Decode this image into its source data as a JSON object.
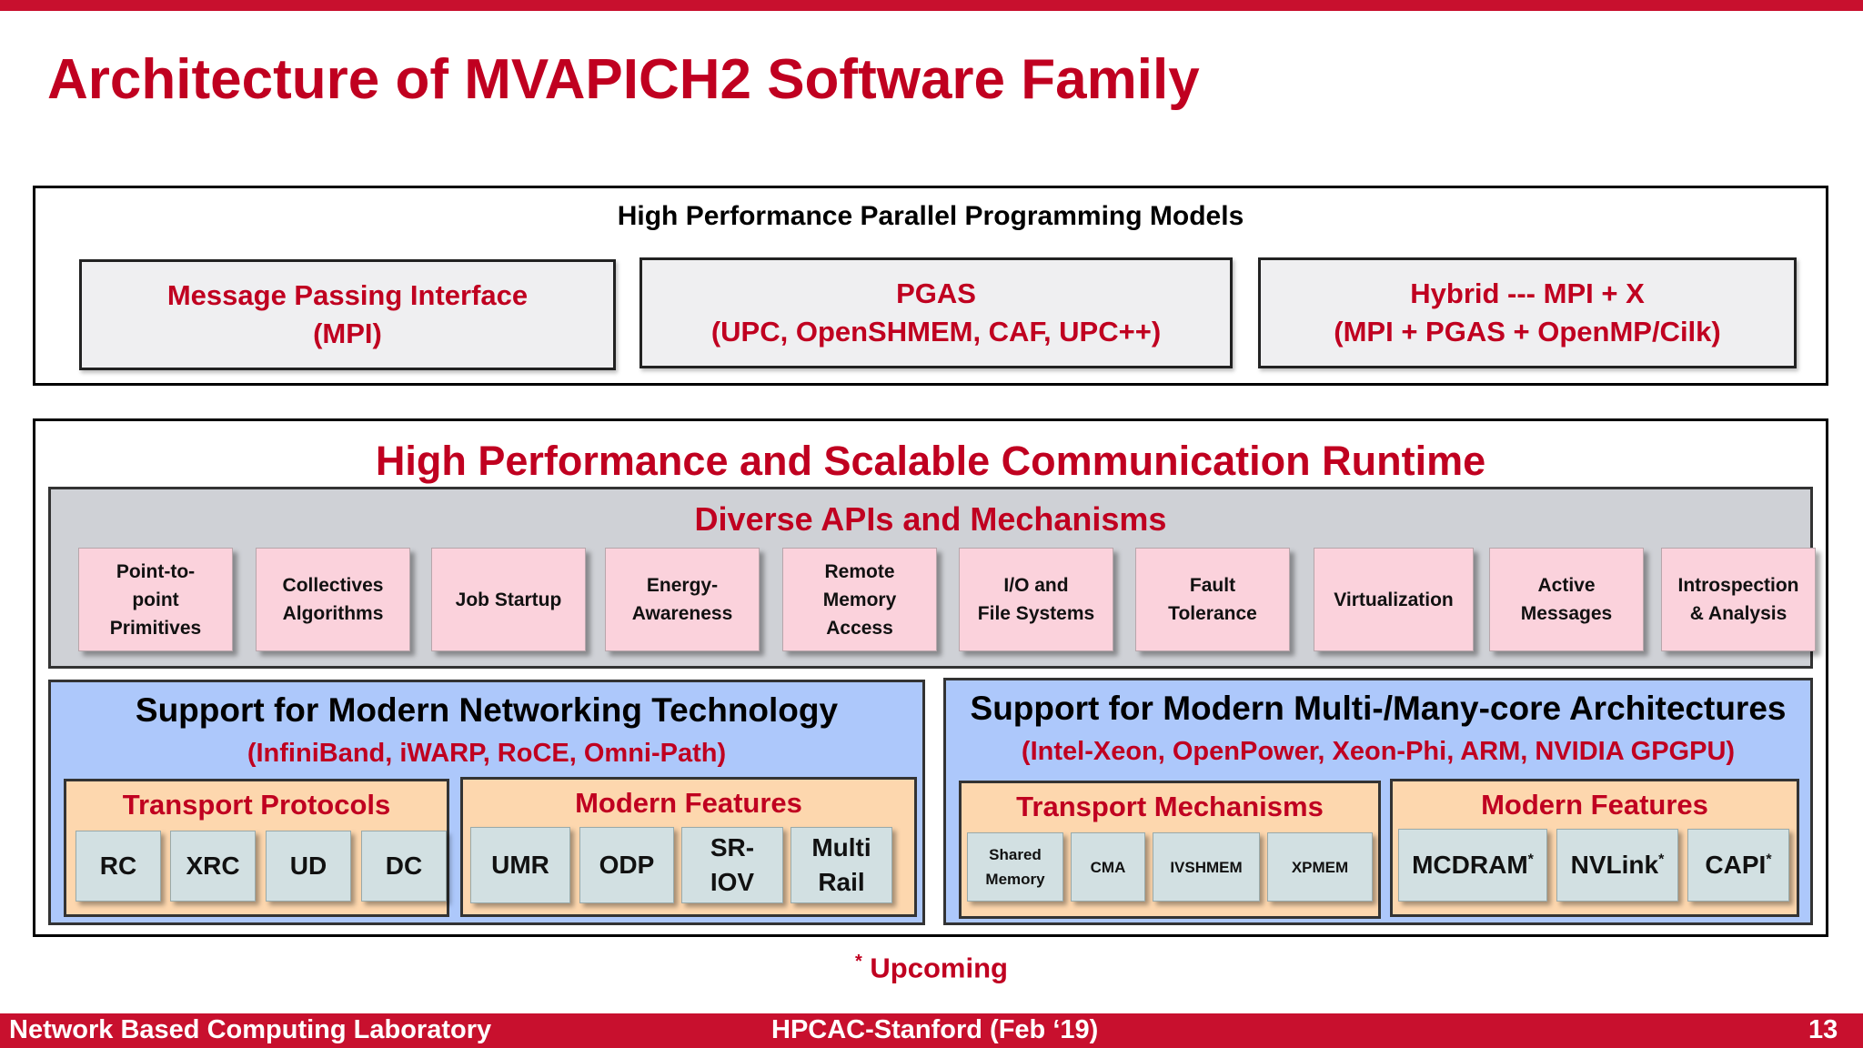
{
  "title": "Architecture of MVAPICH2 Software Family",
  "programming_models": {
    "heading": "High Performance Parallel Programming Models",
    "boxes": [
      {
        "line1": "Message Passing Interface",
        "line2": "(MPI)"
      },
      {
        "line1": "PGAS",
        "line2": "(UPC, OpenSHMEM, CAF, UPC++)"
      },
      {
        "line1": "Hybrid --- MPI + X",
        "line2": "(MPI + PGAS + OpenMP/Cilk)"
      }
    ]
  },
  "runtime": {
    "heading": "High Performance and Scalable Communication Runtime",
    "apis": {
      "heading": "Diverse APIs and Mechanisms",
      "items": [
        {
          "lines": [
            "Point-to-",
            "point",
            "Primitives"
          ]
        },
        {
          "lines": [
            "Collectives",
            "Algorithms"
          ]
        },
        {
          "lines": [
            "Job Startup"
          ]
        },
        {
          "lines": [
            "Energy-",
            "Awareness"
          ]
        },
        {
          "lines": [
            "Remote",
            "Memory",
            "Access"
          ]
        },
        {
          "lines": [
            "I/O and",
            "File Systems"
          ]
        },
        {
          "lines": [
            "Fault",
            "Tolerance"
          ]
        },
        {
          "lines": [
            "Virtualization"
          ]
        },
        {
          "lines": [
            "Active",
            "Messages"
          ]
        },
        {
          "lines": [
            "Introspection",
            "& Analysis"
          ]
        }
      ]
    },
    "networking": {
      "heading": "Support for Modern Networking Technology",
      "subheading": "(InfiniBand, iWARP, RoCE, Omni-Path)",
      "transport": {
        "heading": "Transport Protocols",
        "items": [
          "RC",
          "XRC",
          "UD",
          "DC"
        ]
      },
      "features": {
        "heading": "Modern Features",
        "items": [
          {
            "lines": [
              "UMR"
            ]
          },
          {
            "lines": [
              "ODP"
            ]
          },
          {
            "lines": [
              "SR-",
              "IOV"
            ]
          },
          {
            "lines": [
              "Multi",
              "Rail"
            ]
          }
        ]
      }
    },
    "multicore": {
      "heading": "Support for Modern Multi-/Many-core Architectures",
      "subheading": "(Intel-Xeon, OpenPower, Xeon-Phi, ARM, NVIDIA GPGPU)",
      "transport": {
        "heading": "Transport Mechanisms",
        "items": [
          {
            "lines": [
              "Shared",
              "Memory"
            ]
          },
          {
            "lines": [
              "CMA"
            ]
          },
          {
            "lines": [
              "IVSHMEM"
            ]
          },
          {
            "lines": [
              "XPMEM"
            ]
          }
        ]
      },
      "features": {
        "heading": "Modern Features",
        "items": [
          {
            "label": "MCDRAM",
            "mark": "*"
          },
          {
            "label": "NVLink",
            "mark": "*"
          },
          {
            "label": "CAPI",
            "mark": "*"
          }
        ]
      }
    }
  },
  "note": {
    "mark": "*",
    "text": "Upcoming"
  },
  "footer": {
    "left": "Network Based Computing Laboratory",
    "center": "HPCAC-Stanford (Feb ‘19)",
    "right": "13"
  },
  "colors": {
    "accent_red": "#c8102e",
    "api_pink": "#fbd2dc",
    "panel_blue": "#adc8fb",
    "box_orange": "#fdd7ae",
    "item_teal": "#d2e0e2"
  }
}
